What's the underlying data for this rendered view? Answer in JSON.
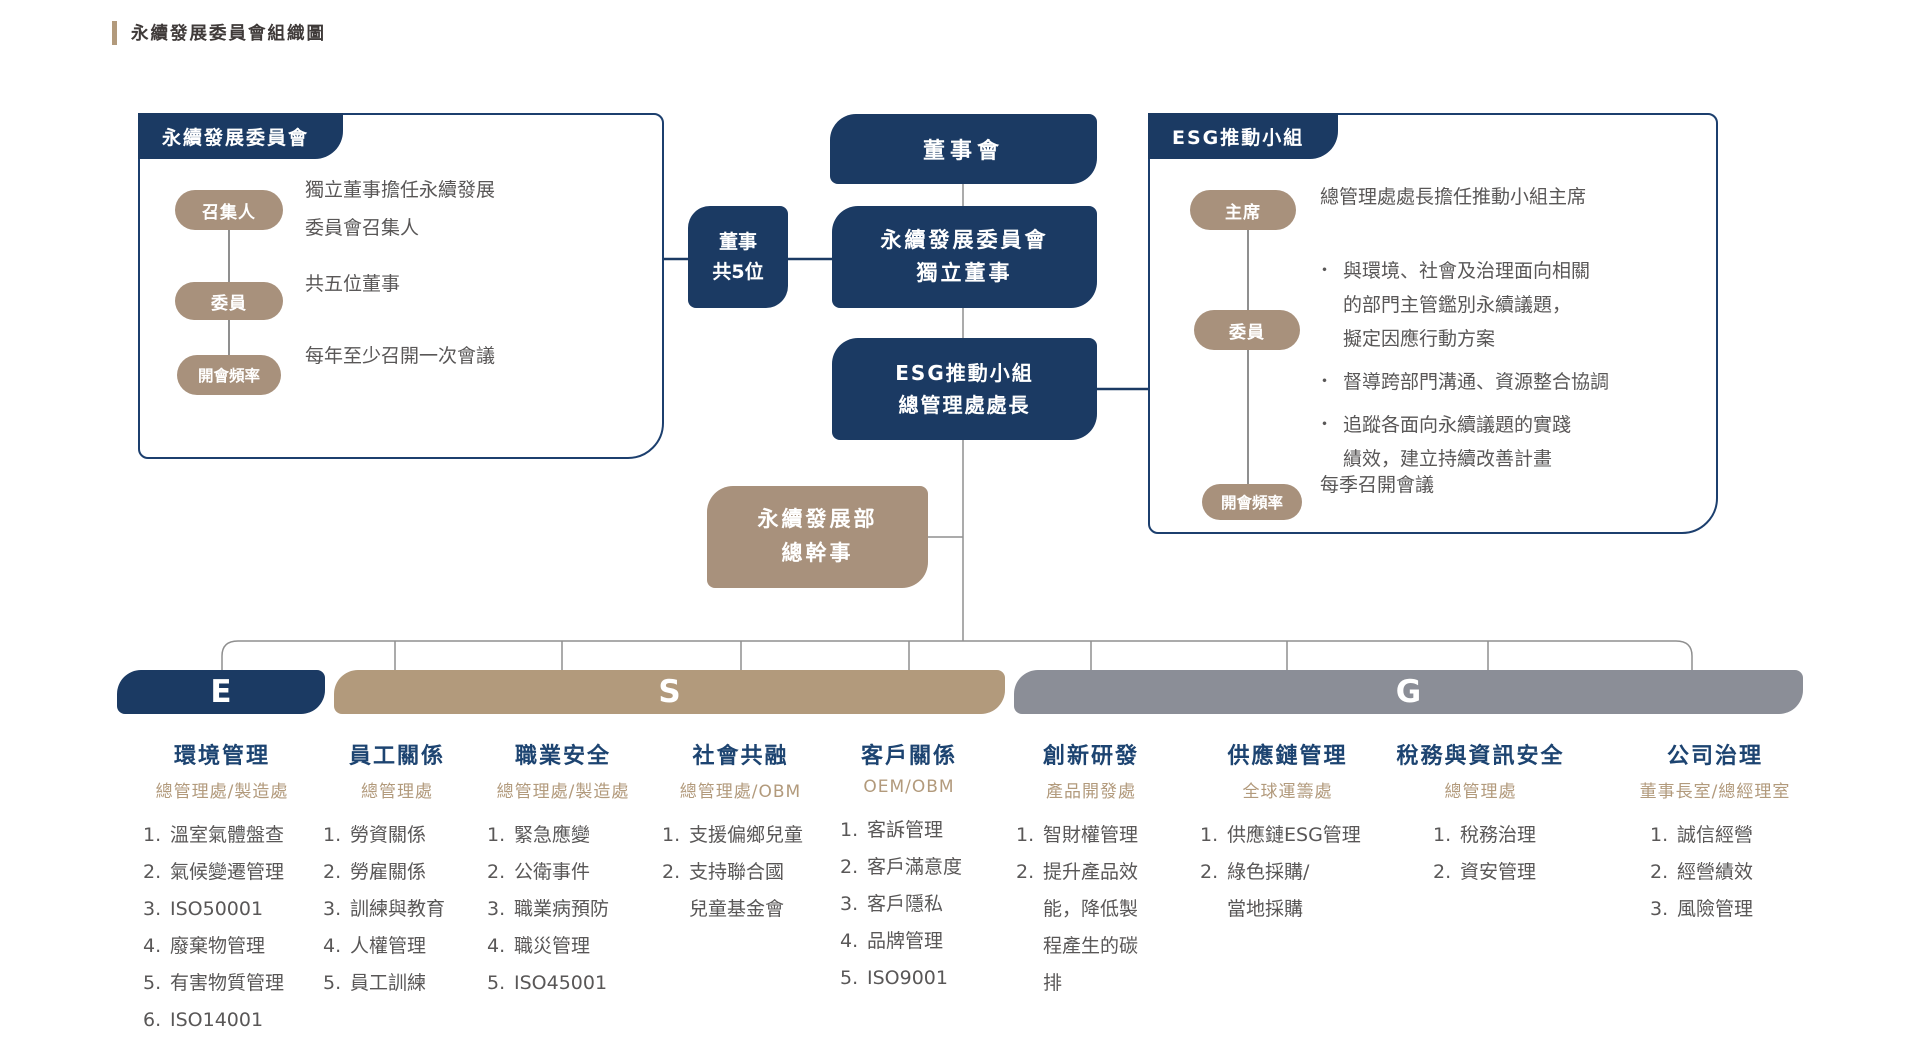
{
  "page_title": "永續發展委員會組織圖",
  "colors": {
    "navy": "#1b3a63",
    "tan": "#a8917c",
    "bar_tan": "#b29a7c",
    "bar_gray": "#8b8e97",
    "text_gray": "#595757",
    "title_navy": "#1d4471",
    "line_gray": "#8f8f8f"
  },
  "left_panel": {
    "header": "永續發展委員會",
    "rows": [
      {
        "label": "召集人",
        "text": "獨立董事擔任永續發展\n委員會召集人"
      },
      {
        "label": "委員",
        "text": "共五位董事"
      },
      {
        "label": "開會頻率",
        "text": "每年至少召開一次會議"
      }
    ]
  },
  "center": {
    "board": "董事會",
    "committee": "永續發展委員會\n獨立董事",
    "directors": "董事\n共5位",
    "esg_team": "ESG推動小組\n總管理處處長",
    "sustain_dept": "永續發展部\n總幹事"
  },
  "right_panel": {
    "header": "ESG推動小組",
    "rows": [
      {
        "label": "主席",
        "text": "總管理處處長擔任推動小組主席"
      },
      {
        "label": "委員",
        "bullets": [
          "與環境、社會及治理面向相關\n的部門主管鑑別永續議題，\n擬定因應行動方案",
          "督導跨部門溝通、資源整合協調",
          "追蹤各面向永續議題的實踐\n績效，建立持續改善計畫"
        ]
      },
      {
        "label": "開會頻率",
        "text": "每季召開會議"
      }
    ]
  },
  "bullet_glyph": "・",
  "esg_bars": [
    {
      "letter": "E",
      "color": "#1b3a63"
    },
    {
      "letter": "S",
      "color": "#b29a7c"
    },
    {
      "letter": "G",
      "color": "#8b8e97"
    }
  ],
  "columns": [
    {
      "group": "E",
      "title": "環境管理",
      "dept": "總管理處/製造處",
      "items": [
        "溫室氣體盤查",
        "氣候變遷管理",
        "ISO50001",
        "廢棄物管理",
        "有害物質管理",
        "ISO14001"
      ]
    },
    {
      "group": "S",
      "title": "員工關係",
      "dept": "總管理處",
      "items": [
        "勞資關係",
        "勞雇關係",
        "訓練與教育",
        "人權管理",
        "員工訓練"
      ]
    },
    {
      "group": "S",
      "title": "職業安全",
      "dept": "總管理處/製造處",
      "items": [
        "緊急應變",
        "公衛事件",
        "職業病預防",
        "職災管理",
        "ISO45001"
      ]
    },
    {
      "group": "S",
      "title": "社會共融",
      "dept": "總管理處/OBM",
      "items": [
        "支援偏鄉兒童",
        "支持聯合國\n兒童基金會"
      ]
    },
    {
      "group": "S",
      "title": "客戶關係",
      "dept": "OEM/OBM",
      "items": [
        "客訴管理",
        "客戶滿意度",
        "客戶隱私",
        "品牌管理",
        "ISO9001"
      ]
    },
    {
      "group": "G",
      "title": "創新研發",
      "dept": "產品開發處",
      "items": [
        "智財權管理",
        "提升產品效\n能，降低製\n程產生的碳\n排"
      ]
    },
    {
      "group": "G",
      "title": "供應鏈管理",
      "dept": "全球運籌處",
      "items": [
        "供應鏈ESG管理",
        "綠色採購/\n當地採購"
      ]
    },
    {
      "group": "G",
      "title": "稅務與資訊安全",
      "dept": "總管理處",
      "items": [
        "稅務治理",
        "資安管理"
      ]
    },
    {
      "group": "G",
      "title": "公司治理",
      "dept": "董事長室/總經理室",
      "items": [
        "誠信經營",
        "經營績效",
        "風險管理"
      ]
    }
  ]
}
